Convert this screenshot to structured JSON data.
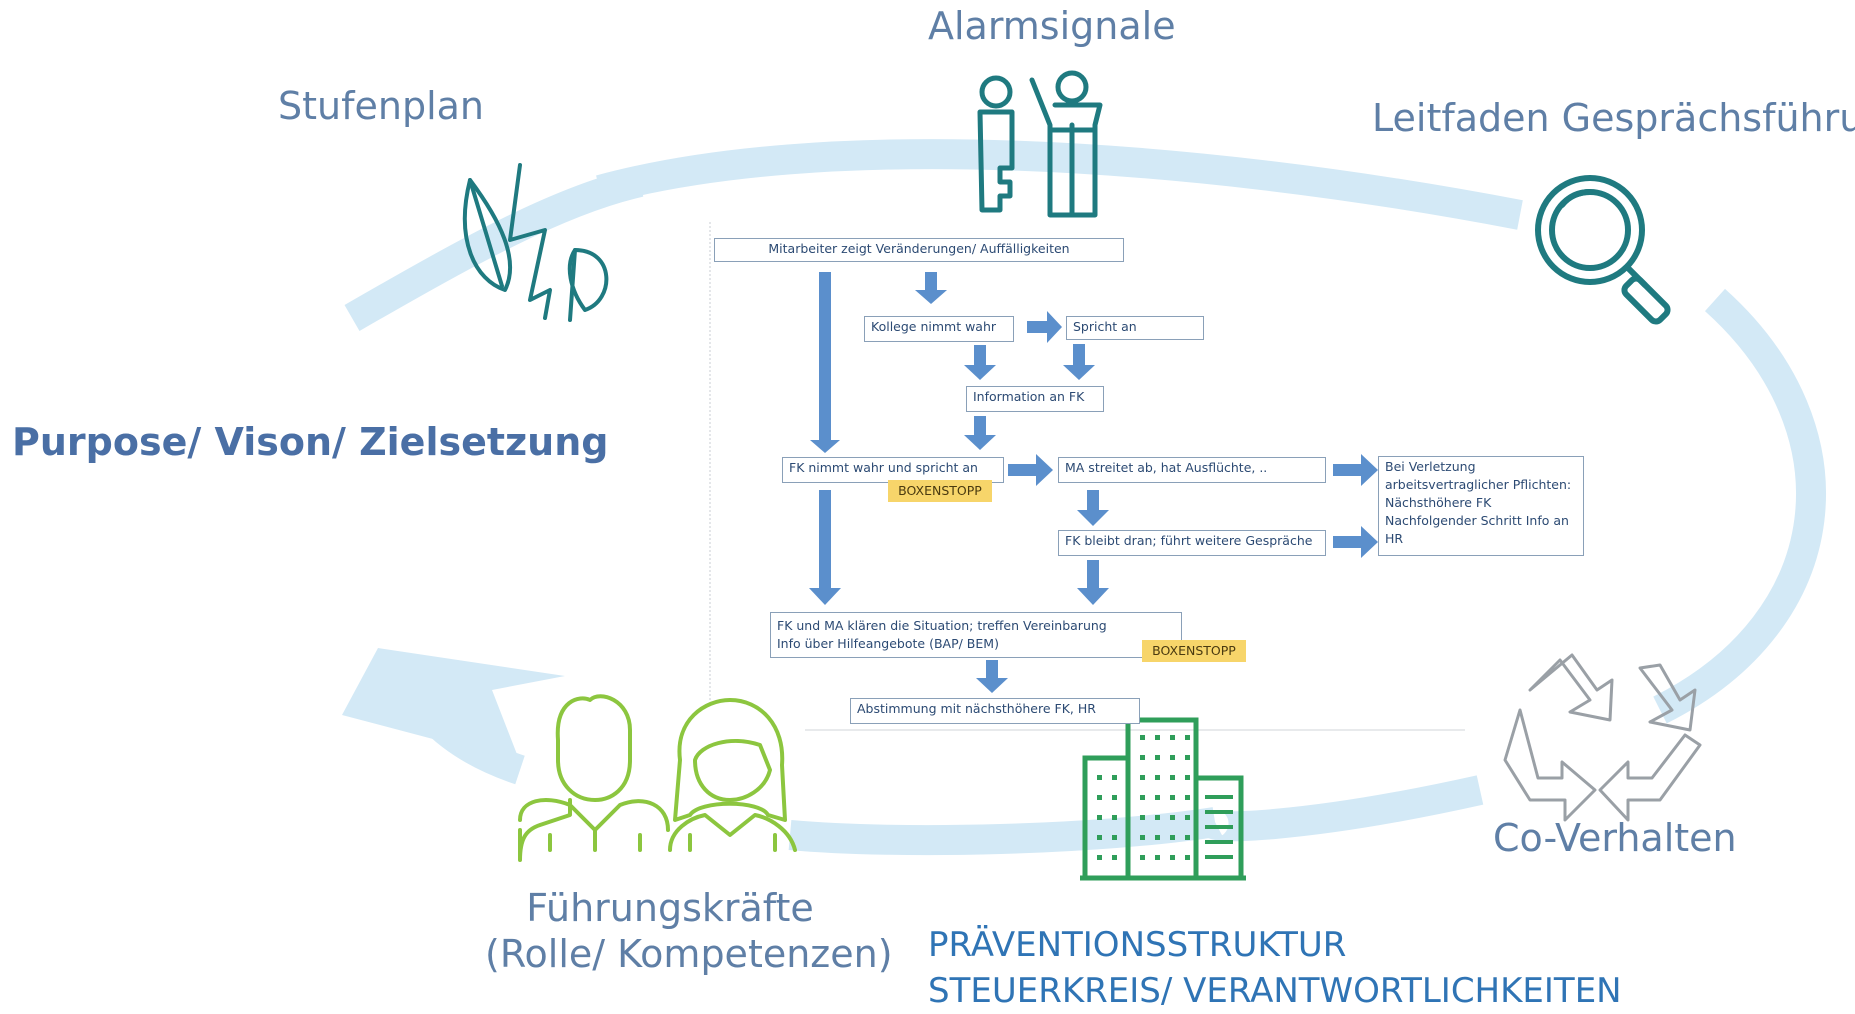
{
  "cycle": {
    "stufenplan": "Stufenplan",
    "alarmsignale": "Alarmsignale",
    "leitfaden": "Leitfaden Gesprächsführung",
    "purpose": "Purpose/ Vison/ Zielsetzung",
    "fuehrung_line1": "Führungskräfte",
    "fuehrung_line2": "(Rolle/ Kompetenzen)",
    "praevention_line1": "PRÄVENTIONSSTRUKTUR",
    "praevention_line2": "STEUERKREIS/ VERANTWORTLICHKEITEN",
    "co_verhalten": "Co-Verhalten"
  },
  "flowchart": {
    "start": "Mitarbeiter zeigt Veränderungen/ Auffälligkeiten",
    "kollege": "Kollege nimmt wahr",
    "spricht_an": "Spricht an",
    "info_fk": "Information an FK",
    "fk_nimmt": "FK nimmt wahr und spricht an",
    "boxenstopp_1": "BOXENSTOPP",
    "ma_streitet": "MA streitet ab, hat Ausflüchte, ..",
    "verletzung": [
      "Bei Verletzung",
      "arbeitsvertraglicher Pflichten:",
      "Nächsthöhere FK",
      "Nachfolgender Schritt Info an",
      "HR"
    ],
    "fk_bleibt": "FK bleibt dran; führt weitere Gespräche",
    "klaeren_line1": "FK und MA klären die Situation;  treffen Vereinbarung",
    "klaeren_line2": "Info über Hilfeangebote (BAP/ BEM)",
    "boxenstopp_2": "BOXENSTOPP",
    "abstimmung": "Abstimmung mit nächsthöhere FK, HR"
  },
  "icons": [
    "leaf-lightning-icon",
    "key-person-icon",
    "magnifier-icon",
    "recycle-icon",
    "office-building-icon",
    "people-icon"
  ],
  "colors": {
    "cycle_arrow": "#d3e9f6",
    "label": "#5f7fa6",
    "flow_arrow": "#5b8fcc",
    "teal_icon": "#1f7a80",
    "green_icon": "#8cc63f",
    "building": "#2f9e5a",
    "boxenstopp": "#f7d56a"
  }
}
